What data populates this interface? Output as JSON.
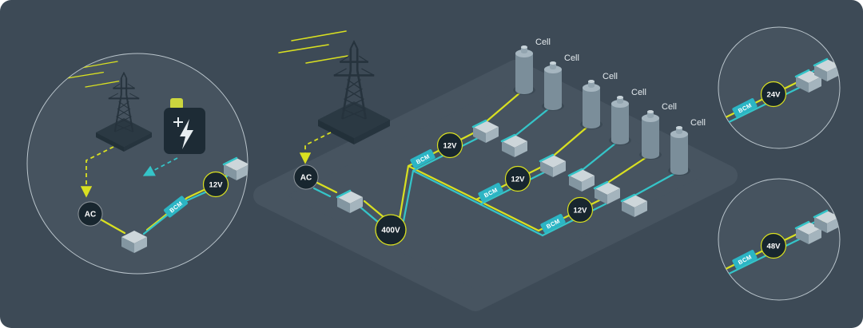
{
  "diagram": {
    "palette": {
      "background": "#3d4a56",
      "panel": "#46535f",
      "platform": "#475460",
      "wire_yellow": "#d9e021",
      "wire_cyan": "#35c4c8",
      "node_dark": "#18262f",
      "bcm_teal": "#2cb5c4",
      "box_light": "#cdd6da",
      "label_text": "#ffffff"
    },
    "left_inset": {
      "ac": "AC",
      "bcm": "BCM",
      "voltage": "12V"
    },
    "main": {
      "ac": "AC",
      "bus_voltage": "400V",
      "branches": [
        {
          "bcm": "BCM",
          "voltage": "12V",
          "cells": [
            "Cell",
            "Cell"
          ]
        },
        {
          "bcm": "BCM",
          "voltage": "12V",
          "cells": [
            "Cell",
            "Cell"
          ]
        },
        {
          "bcm": "BCM",
          "voltage": "12V",
          "cells": [
            "Cell",
            "Cell"
          ]
        }
      ]
    },
    "inset_24v": {
      "bcm": "BCM",
      "voltage": "24V"
    },
    "inset_48v": {
      "bcm": "BCM",
      "voltage": "48V"
    }
  }
}
